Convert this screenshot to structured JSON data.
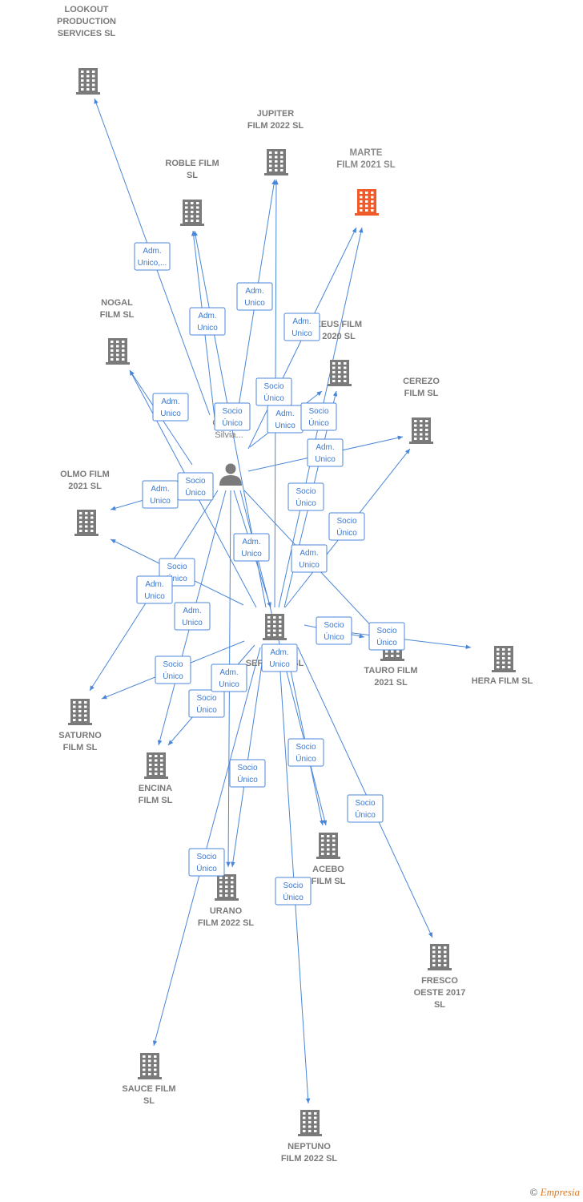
{
  "colors": {
    "edge": "#4a86d8",
    "building": "#7a7a7a",
    "highlight": "#f05a28",
    "person": "#7a7a7a"
  },
  "person": {
    "id": "guzman",
    "lines": [
      "Guzman",
      "Silvia..."
    ]
  },
  "nodes": [
    {
      "id": "hub",
      "lines": [
        "FI...",
        "SERVICES SL"
      ],
      "highlight": false
    },
    {
      "id": "lookout",
      "lines": [
        "LOOKOUT",
        "PRODUCTION",
        "SERVICES SL"
      ],
      "highlight": false
    },
    {
      "id": "jupiter",
      "lines": [
        "JUPITER",
        "FILM 2022  SL"
      ],
      "highlight": false
    },
    {
      "id": "marte",
      "lines": [
        "MARTE",
        "FILM 2021  SL"
      ],
      "highlight": true
    },
    {
      "id": "roble",
      "lines": [
        "ROBLE FILM",
        "SL"
      ],
      "highlight": false
    },
    {
      "id": "nogal",
      "lines": [
        "NOGAL",
        "FILM  SL"
      ],
      "highlight": false
    },
    {
      "id": "zeus",
      "lines": [
        "ZEUS FILM",
        "2020  SL"
      ],
      "highlight": false
    },
    {
      "id": "cerezo",
      "lines": [
        "CEREZO",
        "FILM  SL"
      ],
      "highlight": false
    },
    {
      "id": "olmo",
      "lines": [
        "OLMO FILM",
        "2021  SL"
      ],
      "highlight": false
    },
    {
      "id": "tauro",
      "lines": [
        "TAURO FILM",
        "2021  SL"
      ],
      "highlight": false
    },
    {
      "id": "hera",
      "lines": [
        "HERA FILM  SL"
      ],
      "highlight": false
    },
    {
      "id": "saturno",
      "lines": [
        "SATURNO",
        "FILM  SL"
      ],
      "highlight": false
    },
    {
      "id": "encina",
      "lines": [
        "ENCINA",
        "FILM  SL"
      ],
      "highlight": false
    },
    {
      "id": "acebo",
      "lines": [
        "ACEBO",
        "FILM  SL"
      ],
      "highlight": false
    },
    {
      "id": "urano",
      "lines": [
        "URANO",
        "FILM 2022  SL"
      ],
      "highlight": false
    },
    {
      "id": "fresco",
      "lines": [
        "FRESCO",
        "OESTE 2017",
        "SL"
      ],
      "highlight": false
    },
    {
      "id": "sauce",
      "lines": [
        "SAUCE FILM",
        "SL"
      ],
      "highlight": false
    },
    {
      "id": "neptuno",
      "lines": [
        "NEPTUNO",
        "FILM 2022  SL"
      ],
      "highlight": false
    }
  ],
  "edges": [
    {
      "from": "guzman",
      "to": "lookout",
      "label": [
        "Adm.",
        "Unico,..."
      ]
    },
    {
      "from": "guzman",
      "to": "jupiter",
      "label": [
        "Adm.",
        "Unico"
      ]
    },
    {
      "from": "hub",
      "to": "jupiter",
      "label": [
        "Socio",
        "Único"
      ]
    },
    {
      "from": "guzman",
      "to": "roble",
      "label": [
        "Adm.",
        "Unico"
      ]
    },
    {
      "from": "hub",
      "to": "roble",
      "label": [
        "Socio",
        "Único"
      ]
    },
    {
      "from": "guzman",
      "to": "marte",
      "label": [
        "Adm.",
        "Unico"
      ]
    },
    {
      "from": "hub",
      "to": "marte",
      "label": [
        "Socio",
        "Único"
      ]
    },
    {
      "from": "guzman",
      "to": "nogal",
      "label": [
        "Adm.",
        "Unico"
      ]
    },
    {
      "from": "hub",
      "to": "nogal",
      "label": [
        "Socio",
        "Único"
      ]
    },
    {
      "from": "guzman",
      "to": "zeus",
      "label": [
        "Adm.",
        "Unico"
      ]
    },
    {
      "from": "hub",
      "to": "zeus",
      "label": [
        "Socio",
        "Único"
      ]
    },
    {
      "from": "guzman",
      "to": "cerezo",
      "label": [
        "Adm.",
        "Unico"
      ]
    },
    {
      "from": "hub",
      "to": "cerezo",
      "label": [
        "Socio",
        "Único"
      ]
    },
    {
      "from": "guzman",
      "to": "olmo",
      "label": [
        "Adm.",
        "Unico"
      ]
    },
    {
      "from": "hub",
      "to": "olmo",
      "label": [
        "Socio",
        "Único"
      ]
    },
    {
      "from": "guzman",
      "to": "tauro",
      "label": [
        "Adm.",
        "Unico"
      ]
    },
    {
      "from": "hub",
      "to": "tauro",
      "label": [
        "Socio",
        "Único"
      ]
    },
    {
      "from": "hub",
      "to": "hera",
      "label": [
        "Socio",
        "Único"
      ]
    },
    {
      "from": "guzman",
      "to": "hub",
      "label": [
        "Adm.",
        "Unico"
      ]
    },
    {
      "from": "guzman",
      "to": "saturno",
      "label": [
        "Adm.",
        "Unico"
      ]
    },
    {
      "from": "hub",
      "to": "saturno",
      "label": [
        "Socio",
        "Único"
      ]
    },
    {
      "from": "guzman",
      "to": "encina",
      "label": [
        "Adm.",
        "Unico"
      ]
    },
    {
      "from": "hub",
      "to": "encina",
      "label": [
        "Socio",
        "Único"
      ]
    },
    {
      "from": "guzman",
      "to": "acebo",
      "label": [
        "Adm.",
        "Unico"
      ]
    },
    {
      "from": "hub",
      "to": "acebo",
      "label": [
        "Socio",
        "Único"
      ]
    },
    {
      "from": "guzman",
      "to": "urano",
      "label": [
        "Adm.",
        "Unico"
      ]
    },
    {
      "from": "hub",
      "to": "urano",
      "label": [
        "Socio",
        "Único"
      ]
    },
    {
      "from": "hub",
      "to": "fresco",
      "label": [
        "Socio",
        "Único"
      ]
    },
    {
      "from": "hub",
      "to": "sauce",
      "label": [
        "Socio",
        "Único"
      ]
    },
    {
      "from": "hub",
      "to": "neptuno",
      "label": [
        "Socio",
        "Único"
      ]
    }
  ],
  "footer": {
    "copyright": "©",
    "brand": "Empresia"
  }
}
